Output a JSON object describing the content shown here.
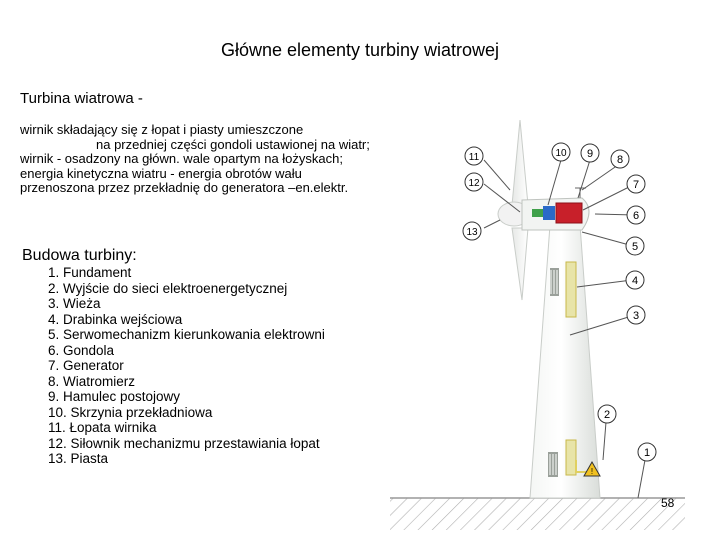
{
  "slide": {
    "title": "Główne elementy turbiny wiatrowej",
    "subtitle": "Turbina wiatrowa -",
    "intro_lines": [
      "wirnik składający się z łopat i piasty umieszczone",
      "na przedniej części gondoli ustawionej na wiatr;",
      "wirnik - osadzony na główn. wale opartym na łożyskach;",
      "energia kinetyczna wiatru - energia obrotów wału",
      "przenoszona przez przekładnię do generatora –en.elektr."
    ],
    "section_heading": "Budowa turbiny:",
    "parts": [
      "1. Fundament",
      "2. Wyjście do sieci elektroenergetycznej",
      "3. Wieża",
      "4. Drabinka wejściowa",
      "5. Serwomechanizm kierunkowania elektrowni",
      "6. Gondola",
      "7. Generator",
      "8. Wiatromierz",
      "9. Hamulec postojowy",
      "10. Skrzynia przekładniowa",
      "11. Łopata wirnika",
      "12. Siłownik mechanizmu przestawiania łopat",
      "13. Piasta"
    ],
    "page_number": "58"
  },
  "diagram": {
    "callouts": [
      "1",
      "2",
      "3",
      "4",
      "5",
      "6",
      "7",
      "8",
      "9",
      "10",
      "11",
      "12",
      "13"
    ]
  }
}
